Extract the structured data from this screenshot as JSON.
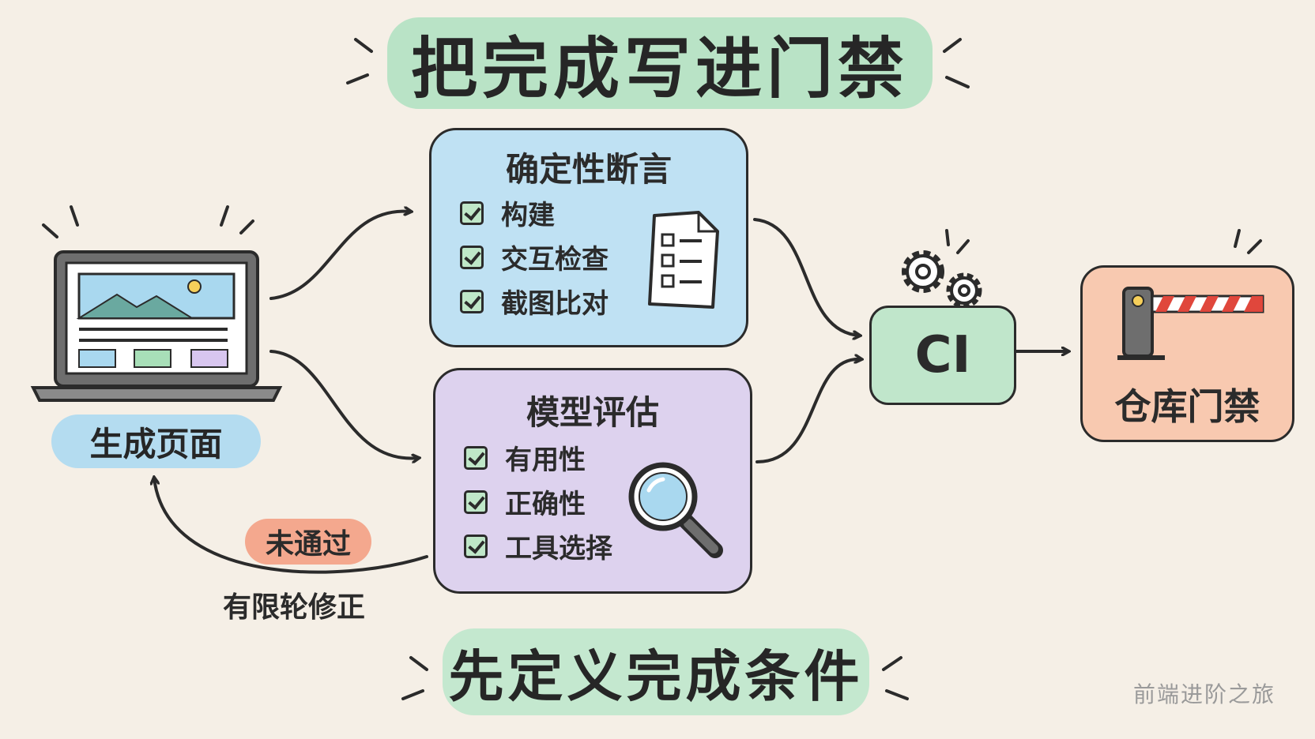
{
  "title": "把完成写进门禁",
  "footer": "先定义完成条件",
  "generate": {
    "label": "生成页面"
  },
  "deterministic": {
    "title": "确定性断言",
    "items": [
      "构建",
      "交互检查",
      "截图比对"
    ]
  },
  "model_eval": {
    "title": "模型评估",
    "items": [
      "有用性",
      "正确性",
      "工具选择"
    ]
  },
  "ci": {
    "label": "CI"
  },
  "repo_gate": {
    "label": "仓库门禁"
  },
  "feedback": {
    "badge": "未通过",
    "text": "有限轮修正"
  },
  "watermark": "前端进阶之旅",
  "colors": {
    "background": "#f5efe6",
    "green": "#b9e3c6",
    "blue": "#bfe1f3",
    "purple": "#ddd2ee",
    "orange": "#f8c9b0",
    "red_badge": "#f4a88e"
  }
}
